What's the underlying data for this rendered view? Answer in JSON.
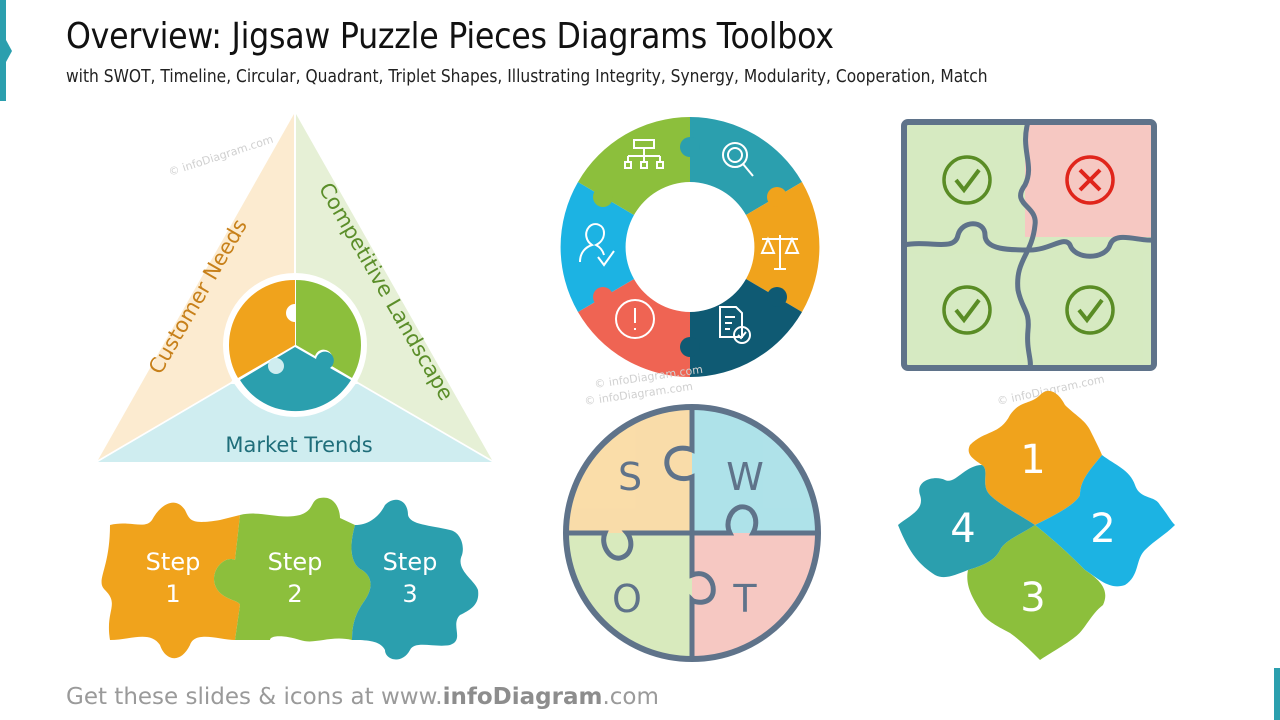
{
  "header": {
    "title": "Overview: Jigsaw Puzzle Pieces Diagrams Toolbox",
    "subtitle": "with SWOT, Timeline, Circular, Quadrant, Triplet Shapes, Illustrating Integrity, Synergy, Modularity, Cooperation, Match"
  },
  "footer": {
    "prefix": "Get these slides & icons at www.",
    "brand": "infoDiagram",
    "suffix": ".com"
  },
  "watermark": "© infoDiagram.com",
  "colors": {
    "accent": "#2b9fae",
    "orange": "#f0a31c",
    "green": "#8cbf3c",
    "teal": "#2b9fae",
    "blue": "#1cb3e3",
    "red": "#ef6453",
    "navy": "#0f5a73",
    "slate": "#5f738a"
  },
  "triangle_diagram": {
    "segments": [
      {
        "label": "Customer Needs",
        "color": "#c7801a",
        "fill": "#fcebd0"
      },
      {
        "label": "Competitive Landscape",
        "color": "#5b8e2a",
        "fill": "#e6f0d6"
      },
      {
        "label": "Market Trends",
        "color": "#1f6e7a",
        "fill": "#cfedf0"
      }
    ]
  },
  "ring_diagram": {
    "segments": [
      {
        "icon": "org-chart-icon",
        "color": "#8cbf3c"
      },
      {
        "icon": "magnifier-icon",
        "color": "#2b9fae"
      },
      {
        "icon": "scales-icon",
        "color": "#f0a31c"
      },
      {
        "icon": "document-check-icon",
        "color": "#0f5a73"
      },
      {
        "icon": "exclamation-icon",
        "color": "#ef6453"
      },
      {
        "icon": "user-check-icon",
        "color": "#1cb3e3"
      }
    ]
  },
  "match_square": {
    "pieces": [
      {
        "position": "top-left",
        "status": "check"
      },
      {
        "position": "top-right",
        "status": "cross"
      },
      {
        "position": "bottom-left",
        "status": "check"
      },
      {
        "position": "bottom-right",
        "status": "check"
      }
    ]
  },
  "steps": [
    {
      "label": "Step",
      "number": "1",
      "color": "#f0a31c"
    },
    {
      "label": "Step",
      "number": "2",
      "color": "#8cbf3c"
    },
    {
      "label": "Step",
      "number": "3",
      "color": "#2b9fae"
    }
  ],
  "swot": {
    "letters": [
      "S",
      "W",
      "O",
      "T"
    ]
  },
  "diamond_puzzle": {
    "pieces": [
      {
        "number": "1",
        "color": "#f0a31c"
      },
      {
        "number": "2",
        "color": "#1cb3e3"
      },
      {
        "number": "3",
        "color": "#8cbf3c"
      },
      {
        "number": "4",
        "color": "#2b9fae"
      }
    ]
  }
}
